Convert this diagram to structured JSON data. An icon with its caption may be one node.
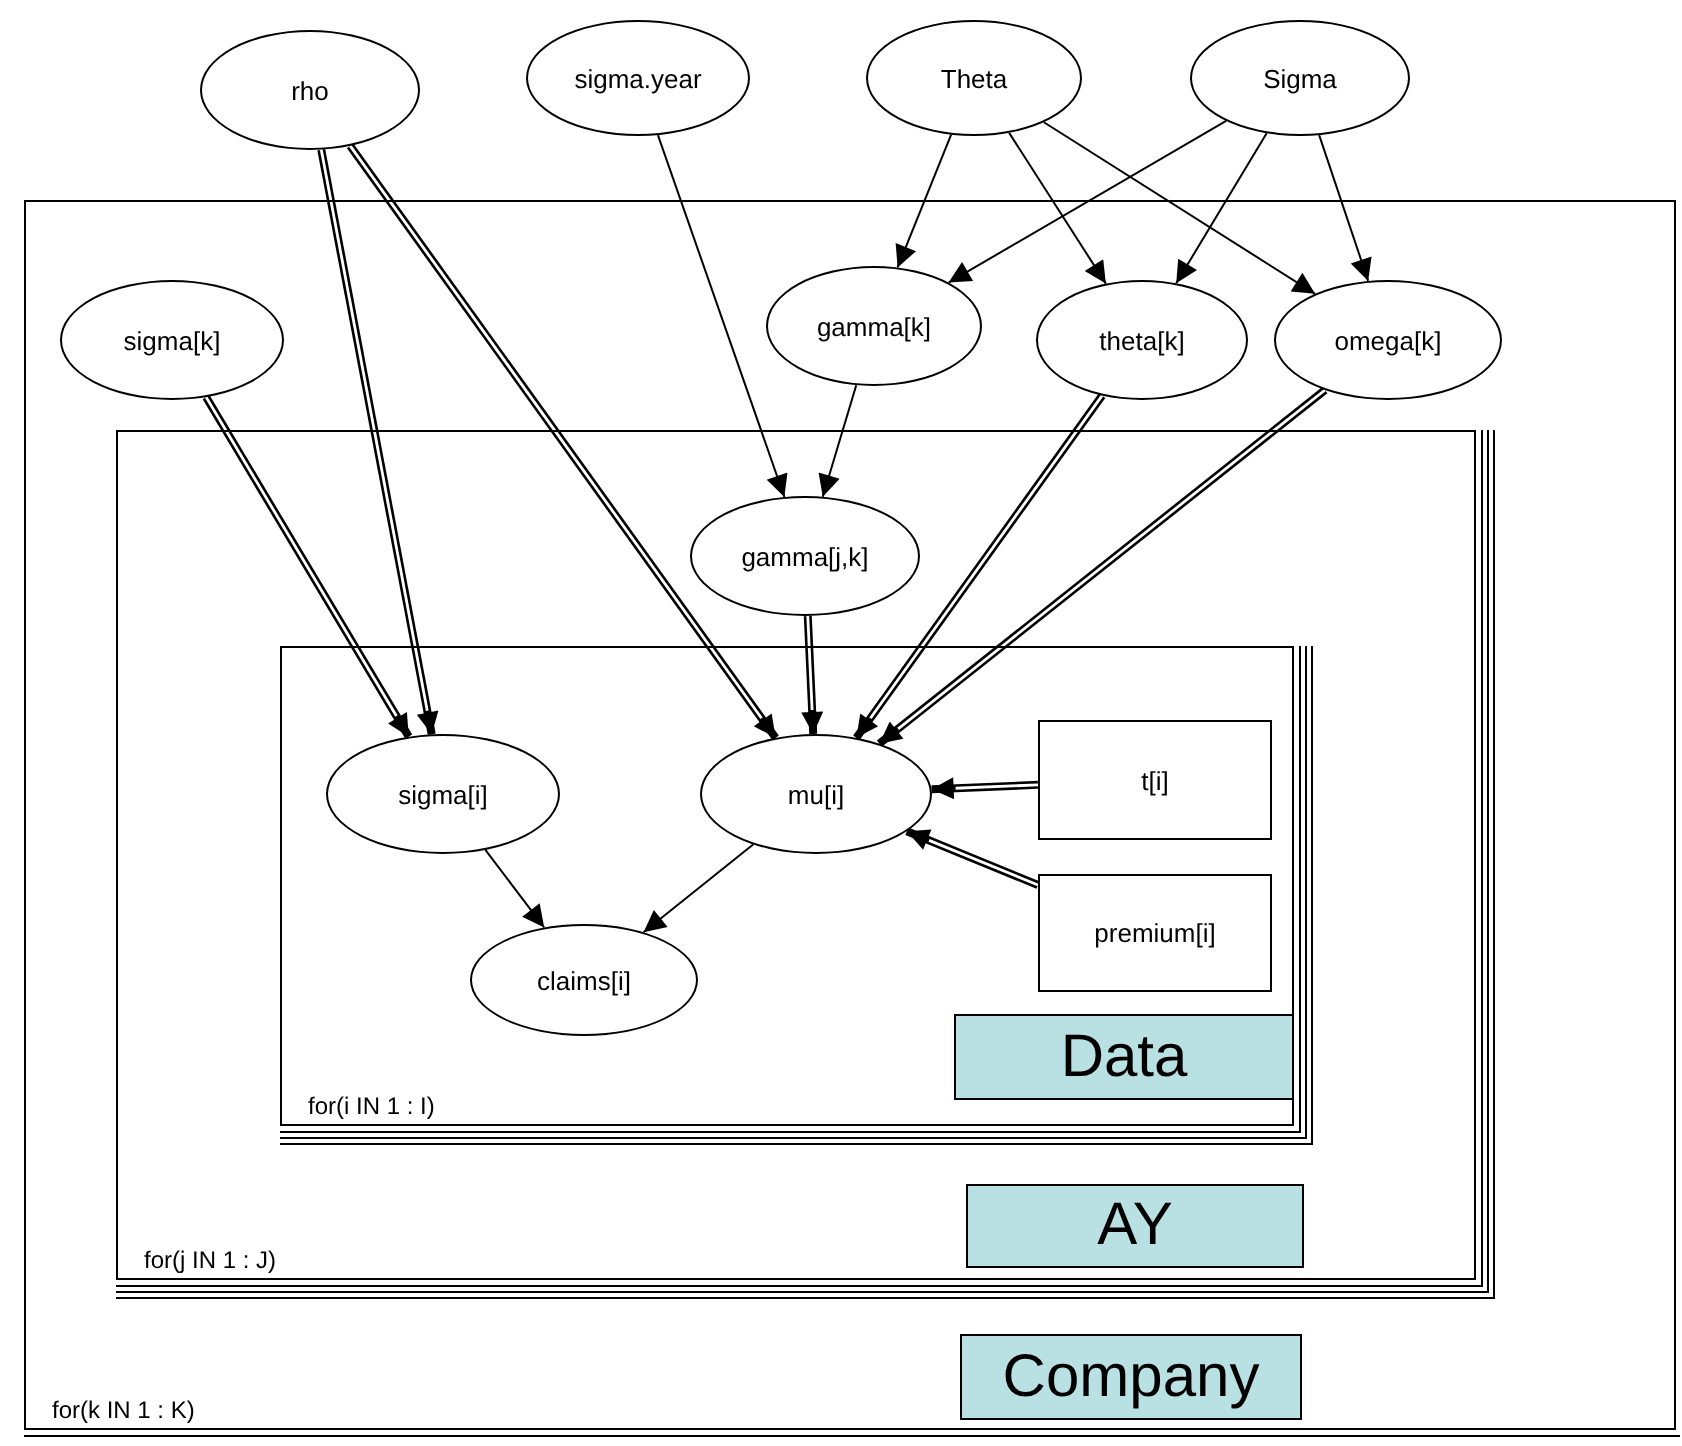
{
  "diagram": {
    "nodes": [
      {
        "text": [
          "rho"
        ]
      },
      {
        "text": [
          "sigma.year"
        ]
      },
      {
        "text": [
          "Theta"
        ]
      },
      {
        "text": [
          "Sigma"
        ]
      },
      {
        "text": [
          "for(k IN 1 : K)"
        ]
      },
      {
        "text": [
          "sigma[k]"
        ],
        "in": 4
      },
      {
        "text": [
          "gamma[k]"
        ],
        "in": 4
      },
      {
        "text": [
          "theta[k]"
        ],
        "in": 4
      },
      {
        "text": [
          "omega[k]"
        ],
        "in": 4
      },
      {
        "text": [
          "for(j IN 1 : J)"
        ],
        "in": 4
      },
      {
        "text": [
          "gamma[j,k]"
        ],
        "in": 9
      },
      {
        "text": [
          "for(i IN 1 : I)"
        ],
        "in": 9
      },
      {
        "text": [
          "sigma[i]"
        ],
        "in": 11
      },
      {
        "text": [
          "mu[i]"
        ],
        "in": 11
      },
      {
        "text": [
          "t[i]"
        ],
        "in": 11
      },
      {
        "text": [
          "premium[i]"
        ],
        "in": 11
      },
      {
        "text": [
          "claims[i]"
        ],
        "in": 11
      },
      {
        "text": [
          "Data"
        ],
        "in": 11
      },
      {
        "text": [
          "AY"
        ],
        "in": 9
      },
      {
        "text": [
          "Company"
        ],
        "in": 4
      }
    ],
    "edges": [
      {
        "from": 2,
        "to": 6,
        "arrow": "to"
      },
      {
        "from": 2,
        "to": 7,
        "arrow": "to"
      },
      {
        "from": 2,
        "to": 8,
        "arrow": "to"
      },
      {
        "from": 3,
        "to": 6,
        "arrow": "to"
      },
      {
        "from": 3,
        "to": 7,
        "arrow": "to"
      },
      {
        "from": 3,
        "to": 8,
        "arrow": "to"
      },
      {
        "from": 1,
        "to": 10,
        "arrow": "to"
      },
      {
        "from": 6,
        "to": 10,
        "arrow": "to"
      },
      {
        "from": 0,
        "to": 12,
        "arrow": "to",
        "style": "thick"
      },
      {
        "from": 0,
        "to": 13,
        "arrow": "to",
        "style": "thick"
      },
      {
        "from": 5,
        "to": 12,
        "arrow": "to",
        "style": "thick"
      },
      {
        "from": 10,
        "to": 13,
        "arrow": "to",
        "style": "thick"
      },
      {
        "from": 7,
        "to": 13,
        "arrow": "to",
        "style": "thick"
      },
      {
        "from": 8,
        "to": 13,
        "arrow": "to",
        "style": "thick"
      },
      {
        "from": 14,
        "to": 13,
        "arrow": "to",
        "style": "thick"
      },
      {
        "from": 15,
        "to": 13,
        "arrow": "to",
        "style": "thick"
      },
      {
        "from": 12,
        "to": 16,
        "arrow": "to"
      },
      {
        "from": 13,
        "to": 16,
        "arrow": "to"
      }
    ]
  }
}
